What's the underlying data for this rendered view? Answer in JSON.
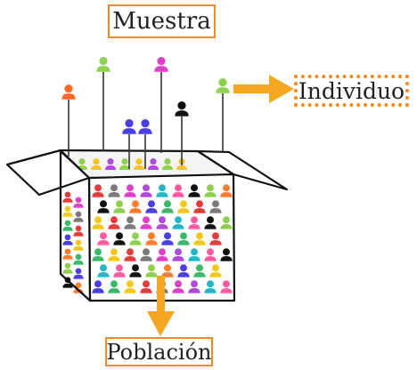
{
  "labels": {
    "sample": "Muestra",
    "individual": "Individuo",
    "population": "Población"
  },
  "colors": {
    "accent": "#f28a1c",
    "outline": "#111111",
    "person_palette": [
      "#e83a3a",
      "#8fd14f",
      "#e040c8",
      "#4a3ee6",
      "#22b8c8",
      "#f2c81c",
      "#111111",
      "#7a7a7a",
      "#ff7b2e",
      "#b04ad8",
      "#3bb86a",
      "#ff5aa0"
    ]
  },
  "icons": [
    "person-icon",
    "arrow-right-icon",
    "arrow-down-icon"
  ]
}
